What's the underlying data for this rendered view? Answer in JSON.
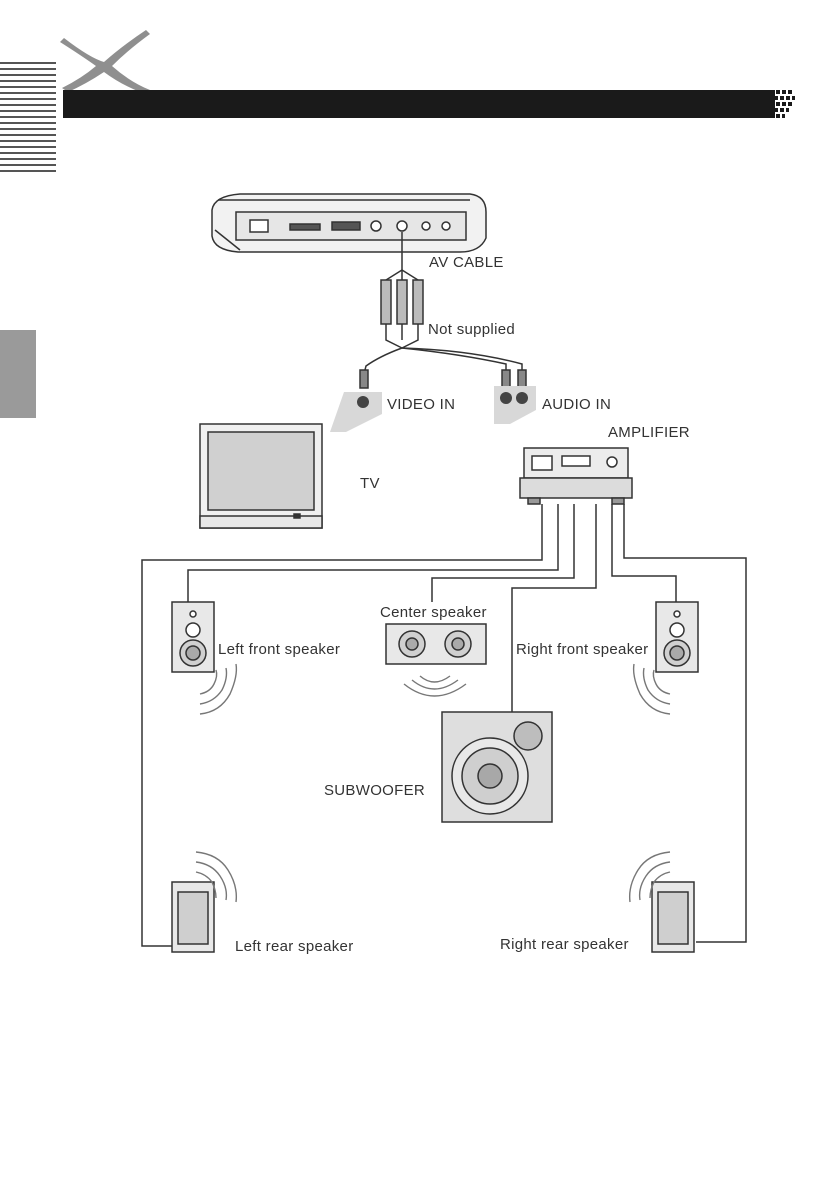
{
  "icons": {
    "logo": "x-logo-icon",
    "side_tab": "side-tab",
    "edge_stripes": "edge-stripes"
  },
  "colors": {
    "header_bar": "#1a1a1a",
    "side_tab": "#9a9a9a",
    "line": "#3a3a3a",
    "device_fill": "#e0e0e0",
    "device_dark": "#707070"
  },
  "diagram": {
    "av_cable": "AV CABLE",
    "not_supplied": "Not supplied",
    "video_in": "VIDEO IN",
    "audio_in": "AUDIO IN",
    "amplifier": "AMPLIFIER",
    "tv": "TV",
    "center_speaker": "Center speaker",
    "left_front_speaker": "Left front speaker",
    "right_front_speaker": "Right front speaker",
    "subwoofer": "SUBWOOFER",
    "left_rear_speaker": "Left rear speaker",
    "right_rear_speaker": "Right rear speaker"
  }
}
